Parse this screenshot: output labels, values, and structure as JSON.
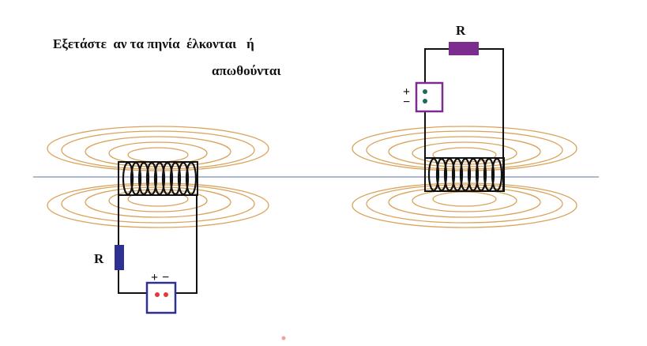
{
  "title": {
    "line1": "Εξετάστε  αν τα πηνία  έλκονται   ή",
    "line2": "απωθούνται"
  },
  "left_circuit": {
    "resistor_label": "R",
    "plus_label": "+",
    "minus_label": "−",
    "resistor_color": "#2e3192",
    "battery_box_color": "#2e3192",
    "terminal_color": "#e53935"
  },
  "right_circuit": {
    "resistor_label": "R",
    "plus_label": "+",
    "minus_label": "−",
    "resistor_color": "#7b2c8e",
    "battery_box_color": "#7b2c8e",
    "terminal_color": "#1b6b5a"
  },
  "colors": {
    "field_lines": "#d9a35a",
    "axis_line": "#5b6fa8",
    "wire": "#111111",
    "coil": "#111111"
  }
}
